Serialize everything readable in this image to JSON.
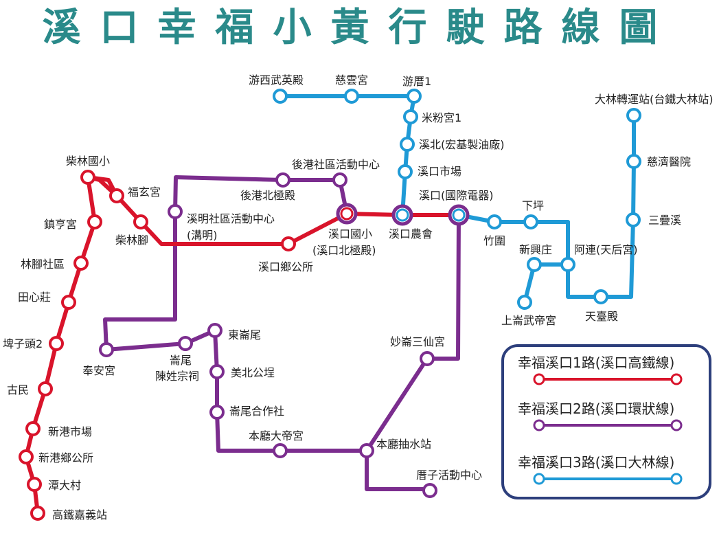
{
  "title": "溪口幸福小黃行駛路線圖",
  "colors": {
    "title": "#2a8a8a",
    "route1": "#d9142b",
    "route2": "#7b2d8e",
    "route3": "#1f9ad6",
    "legend_border": "#2d3f7c"
  },
  "routes": [
    {
      "id": "route1",
      "name": "幸福溪口1路(溪口高鐵線)"
    },
    {
      "id": "route2",
      "name": "幸福溪口2路(溪口環狀線)"
    },
    {
      "id": "route3",
      "name": "幸福溪口3路(溪口大林線)"
    }
  ],
  "stops": {
    "r1": {
      "gaotie": "高鐵嘉義站",
      "tandacun": "潭大村",
      "xingangxiang": "新港鄉公所",
      "xingangshichang": "新港市場",
      "gumin": "古民",
      "puzitou": "埤子頭2",
      "tianxinzhuang": "田心莊",
      "linjiao": "林腳社區",
      "zhentinggong": "鎮亨宮",
      "chailin_school": "柴林國小",
      "fuxuangong": "福玄宮",
      "chailinjiao": "柴林腳",
      "xiangongsuo": "溪口鄉公所",
      "xikou_school_1": "溪口國小",
      "xikou_school_2": "(溪口北極殿)"
    },
    "r2": {
      "ximing_1": "溪明社區活動中心",
      "ximing_2": "(溝明)",
      "hougang_center": "後港社區活動中心",
      "hougang_north": "後港北極殿",
      "fenganggong": "奉安宮",
      "shanwei_1": "崙尾",
      "shanwei_2": "陳姓宗祠",
      "dongshanwei": "東崙尾",
      "meibei": "美北公埕",
      "shanwei_coop": "崙尾合作社",
      "benting_dadi": "本廳大帝宮",
      "benting_pump": "本廳抽水站",
      "cuozi": "厝子活動中心",
      "miaoshan": "妙崙三仙宮"
    },
    "r3": {
      "youxi": "游西武英殿",
      "ciyun": "慈雲宮",
      "youcuo": "游厝1",
      "mifen": "米粉宮1",
      "xibei": "溪北(宏基製油廠)",
      "xikou_market": "溪口市場",
      "xikou_guoji": "溪口(國際電器)",
      "xikou_farm": "溪口農會",
      "zhuwei": "竹圍",
      "xiaping": "下坪",
      "xinxing": "新興庄",
      "shanggong": "上崙武帝宮",
      "along": "阿連(天后宮)",
      "tiantai": "天臺殿",
      "sandie": "三疊溪",
      "ciji": "慈濟醫院",
      "dalin": "大林轉運站(台鐵大林站)"
    }
  }
}
